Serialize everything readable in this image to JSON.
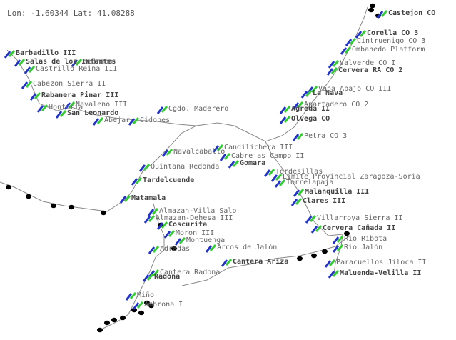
{
  "coordinate_readout": {
    "label": "Lon: -1.60344 Lat: 41.08288"
  },
  "colors": {
    "line": "#888888",
    "marker_green": "#33cc33",
    "marker_blue": "#2233cc",
    "node": "#000000",
    "label": "#666666"
  },
  "stations": [
    {
      "name": "Castejon CO",
      "bold": true
    },
    {
      "name": "Corella CO 3",
      "bold": true
    },
    {
      "name": "Cintruenigo CO 3",
      "bold": false
    },
    {
      "name": "Ombanedo Platform",
      "bold": false
    },
    {
      "name": "Valverde CO I",
      "bold": false
    },
    {
      "name": "Cervera RA CO 2",
      "bold": true
    },
    {
      "name": "Vana Abajo CO III",
      "bold": false
    },
    {
      "name": "La Nava",
      "bold": true
    },
    {
      "name": "Apartadero CO 2",
      "bold": false
    },
    {
      "name": "Agreda II",
      "bold": true
    },
    {
      "name": "Olvega CO",
      "bold": true
    },
    {
      "name": "Petra CO 3",
      "bold": false
    },
    {
      "name": "Barbadillo III",
      "bold": true
    },
    {
      "name": "Salas de los Infantes",
      "bold": true
    },
    {
      "name": "Medrano",
      "bold": false
    },
    {
      "name": "Castrillo Reina III",
      "bold": false
    },
    {
      "name": "Cabezon Sierra II",
      "bold": false
    },
    {
      "name": "Rabanera Pinar III",
      "bold": true
    },
    {
      "name": "Hontoria",
      "bold": false
    },
    {
      "name": "San Leonardo",
      "bold": true
    },
    {
      "name": "Navaleno III",
      "bold": false
    },
    {
      "name": "Abejar",
      "bold": false
    },
    {
      "name": "Cidones",
      "bold": false
    },
    {
      "name": "Cgdo. Maderero",
      "bold": false
    },
    {
      "name": "Candilichera III",
      "bold": false
    },
    {
      "name": "Cabrejas Campo II",
      "bold": false
    },
    {
      "name": "Navalcaballo",
      "bold": false
    },
    {
      "name": "Quintana Redonda",
      "bold": false
    },
    {
      "name": "Gomara",
      "bold": true
    },
    {
      "name": "Tordesillas",
      "bold": false
    },
    {
      "name": "Limite Provincial Zaragoza-Soria",
      "bold": false
    },
    {
      "name": "Torrelapaja",
      "bold": false
    },
    {
      "name": "Tardelcuende",
      "bold": true
    },
    {
      "name": "Malanquilla III",
      "bold": true
    },
    {
      "name": "Matamala",
      "bold": true
    },
    {
      "name": "Clares III",
      "bold": true
    },
    {
      "name": "Almazan-Villa Salo",
      "bold": false
    },
    {
      "name": "Almazan-Dehesa III",
      "bold": false
    },
    {
      "name": "Coscurita",
      "bold": true
    },
    {
      "name": "Villarroya Sierra II",
      "bold": false
    },
    {
      "name": "Cervera Cañada II",
      "bold": true
    },
    {
      "name": "Rio Ribota",
      "bold": false
    },
    {
      "name": "Moron III",
      "bold": false
    },
    {
      "name": "Rio Jalón",
      "bold": false
    },
    {
      "name": "Montuenga",
      "bold": false
    },
    {
      "name": "Arcos de Jalón",
      "bold": false
    },
    {
      "name": "Adradas",
      "bold": false
    },
    {
      "name": "Paracuellos Jiloca II",
      "bold": false
    },
    {
      "name": "Maluenda-Velilla II",
      "bold": true
    },
    {
      "name": "Cantera Ariza",
      "bold": true
    },
    {
      "name": "Cantera Radona",
      "bold": false
    },
    {
      "name": "Radona",
      "bold": true
    },
    {
      "name": "Miño",
      "bold": false
    },
    {
      "name": "Ambrona I",
      "bold": false
    }
  ]
}
